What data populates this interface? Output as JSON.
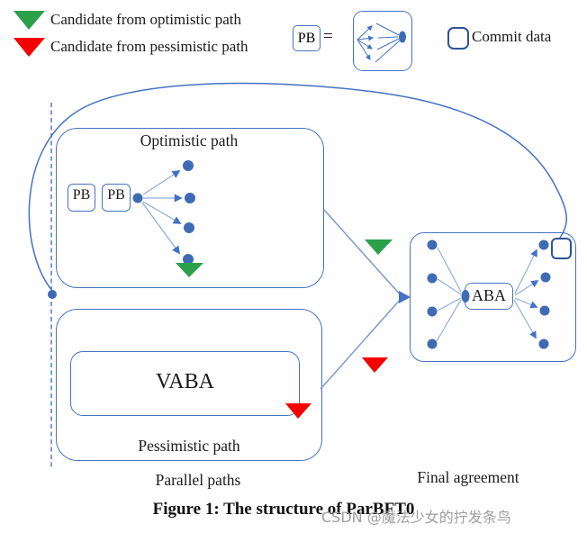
{
  "legend": {
    "optimistic_label": "Candidate from optimistic path",
    "pessimistic_label": "Candidate from pessimistic path",
    "pb_label": "PB",
    "equals_sign": "=",
    "commit_label": "Commit data"
  },
  "diagram": {
    "optimistic_title": "Optimistic path",
    "pb_box_1": "PB",
    "pb_box_2": "PB",
    "vaba_label": "VABA",
    "pessimistic_title": "Pessimistic path",
    "aba_label": "ABA",
    "parallel_paths_label": "Parallel paths",
    "final_agreement_label": "Final agreement"
  },
  "caption": "Figure 1: The structure of ParBFT0",
  "watermark": "CSDN @魔法少女的拧发条鸟",
  "colors": {
    "line_blue": "#4472C4",
    "light_line_blue": "#8FAEDC",
    "node_fill": "#3E6BB4",
    "commit_border": "#2E5396",
    "optimistic_green": "#2BA04A",
    "pessimistic_red": "#F50000",
    "watermark_gray": "#9E9E9E"
  }
}
